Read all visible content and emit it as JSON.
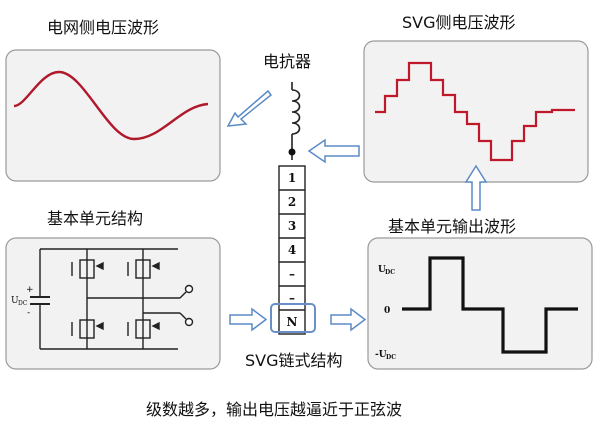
{
  "labels": {
    "grid_voltage": "电网侧电压波形",
    "svg_voltage": "SVG侧电压波形",
    "reactor": "电抗器",
    "basic_unit": "基本单元结构",
    "unit_output": "基本单元输出波形",
    "chain": "SVG链式结构",
    "caption": "级数越多，输出电压越逼近于正弦波"
  },
  "chain_cells": [
    "1",
    "2",
    "3",
    "4",
    "–",
    "–",
    "N"
  ],
  "output_axis": {
    "top": "U",
    "top_sub": "DC",
    "zero": "0",
    "bottom": "-U",
    "bottom_sub": "DC"
  },
  "dc_label": {
    "main": "U",
    "sub": "DC",
    "plus": "+",
    "minus": "-"
  },
  "colors": {
    "panel_fill": "#f2f2f2",
    "panel_border": "#9a9a9a",
    "sine": "#b0182b",
    "staircase": "#c0182b",
    "arrow_stroke": "#5b8ac6",
    "highlight": "#6a8fc8"
  }
}
